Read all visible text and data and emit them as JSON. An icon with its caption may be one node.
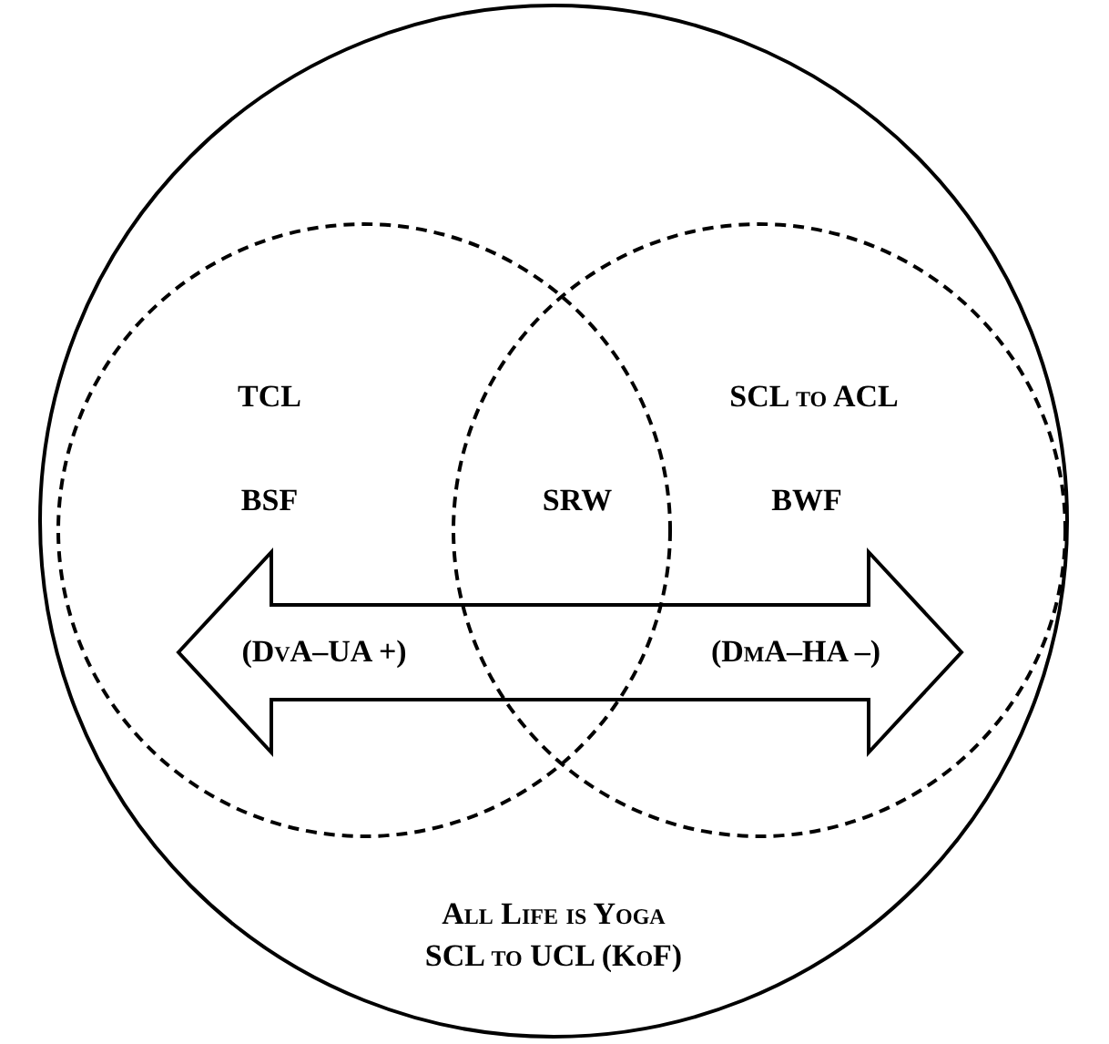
{
  "diagram": {
    "nodes": [
      {
        "text": [
          "All Life is Yoga SCL to UCL (KoF)"
        ]
      },
      {
        "text": [
          "TCL",
          "BSF"
        ],
        "in": 0
      },
      {
        "text": [
          "SCL to ACL",
          "BWF"
        ],
        "in": 0
      },
      {
        "text": [
          "(DvA–UA +)",
          "(DmA–HA –)"
        ],
        "in": 0
      }
    ],
    "labels": [
      "SRW"
    ]
  }
}
